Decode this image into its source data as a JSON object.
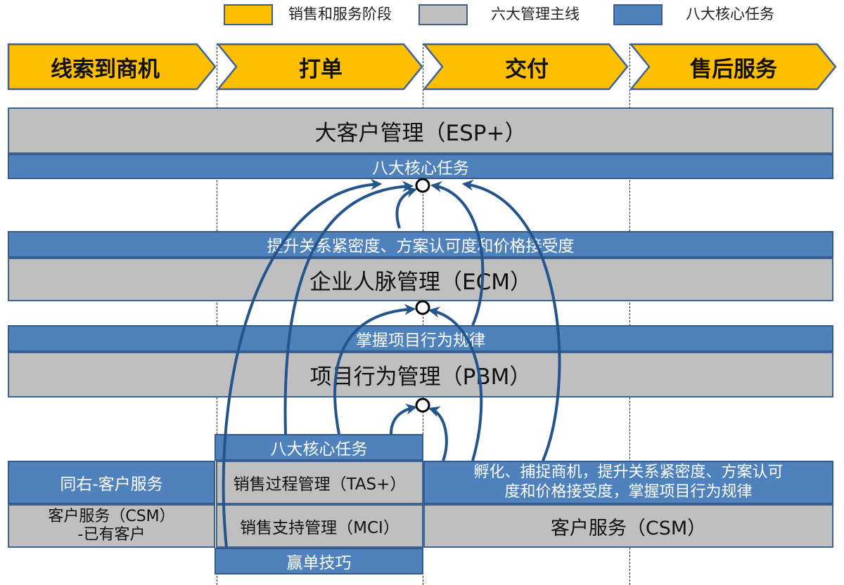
{
  "colors": {
    "stage": "#fdbf00",
    "mainline": "#bfbfbf",
    "task": "#4f81bd",
    "arrow": "#24548c",
    "border": "#3d6396"
  },
  "legend": [
    {
      "label": "销售和服务阶段",
      "color": "#fdbf00"
    },
    {
      "label": "六大管理主线",
      "color": "#bfbfbf"
    },
    {
      "label": "八大核心任务",
      "color": "#4f81bd"
    }
  ],
  "stages": [
    "线索到商机",
    "打单",
    "交付",
    "售后服务"
  ],
  "esp": {
    "title": "大客户管理（ESP+）",
    "task": "八大核心任务"
  },
  "ecm": {
    "task": "提升关系紧密度、方案认可度和价格接受度",
    "title": "企业人脉管理（ECM）"
  },
  "pbm": {
    "task": "掌握项目行为规律",
    "title": "项目行为管理（PBM）"
  },
  "bottom": {
    "left_task": "同右-客户服务",
    "left_main": "客户服务（CSM）",
    "left_main_sub": "-已有客户",
    "center_task_top": "八大核心任务",
    "center_tas": "销售过程管理（TAS+）",
    "center_mci": "销售支持管理（MCI）",
    "center_task_bottom": "赢单技巧",
    "right_task_line1": "孵化、捕捉商机，提升关系紧密度、方案认可",
    "right_task_line2": "度和价格接受度，掌握项目行为规律",
    "right_main": "客户服务（CSM）"
  }
}
